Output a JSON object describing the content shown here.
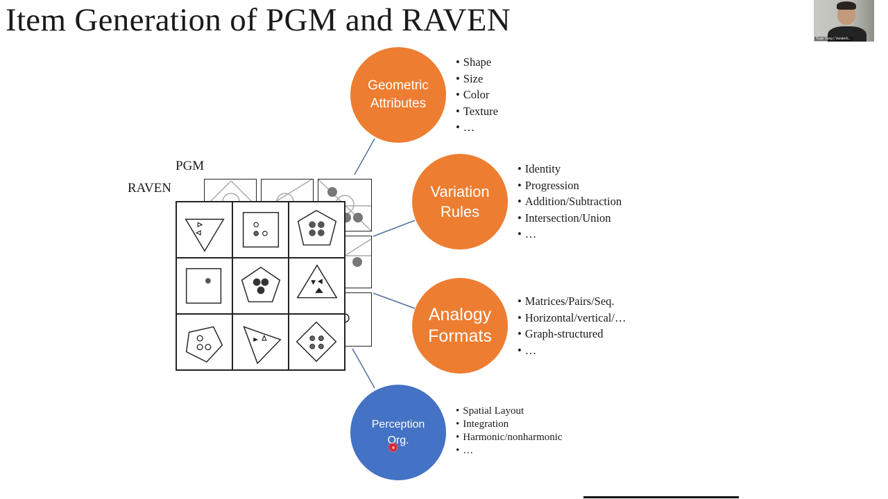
{
  "slide": {
    "title": "Item Generation of PGM and RAVEN",
    "label_pgm": "PGM",
    "label_raven": "RAVEN"
  },
  "participant": {
    "name": "Yuan Yang | Vanderb..."
  },
  "topics": [
    {
      "label_lines": [
        "Geometric",
        "Attributes"
      ],
      "color": "#ed7d31",
      "items": [
        "Shape",
        "Size",
        "Color",
        "Texture",
        "…"
      ]
    },
    {
      "label_lines": [
        "Variation",
        "Rules"
      ],
      "color": "#ed7d31",
      "items": [
        "Identity",
        "Progression",
        "Addition/Subtraction",
        "Intersection/Union",
        "…"
      ]
    },
    {
      "label_lines": [
        "Analogy",
        "Formats"
      ],
      "color": "#ed7d31",
      "items": [
        "Matrices/Pairs/Seq.",
        "Horizontal/vertical/…",
        "Graph-structured",
        "…"
      ]
    },
    {
      "label_lines": [
        "Perception",
        "Org."
      ],
      "color": "#4472c4",
      "items": [
        "Spatial Layout",
        "Integration",
        "Harmonic/nonharmonic",
        "…"
      ]
    }
  ],
  "colors": {
    "orange": "#ed7d31",
    "blue": "#4472c4",
    "connector": "#4f6f9f"
  }
}
